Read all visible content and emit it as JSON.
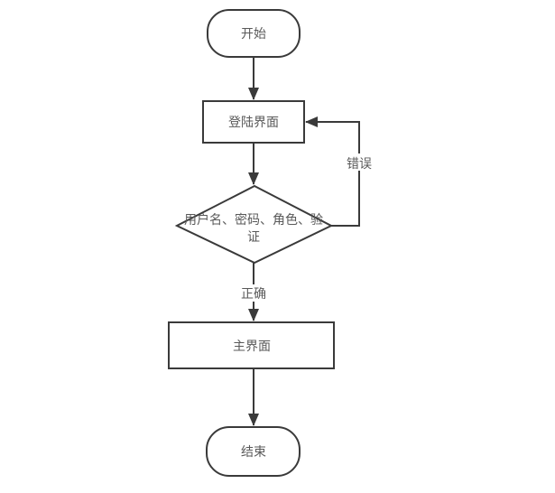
{
  "diagram": {
    "type": "flowchart",
    "nodes": {
      "start": {
        "label": "开始",
        "shape": "terminator"
      },
      "login": {
        "label": "登陆界面",
        "shape": "process"
      },
      "decision": {
        "label": "用户名、密码、角色、验证",
        "label_line1": "用户名、密码、角色、验",
        "label_line2": "证",
        "shape": "decision"
      },
      "main": {
        "label": "主界面",
        "shape": "process"
      },
      "end": {
        "label": "结束",
        "shape": "terminator"
      }
    },
    "edge_labels": {
      "correct": "正确",
      "error": "错误"
    },
    "colors": {
      "line": "#3a3a3a",
      "text": "#595959",
      "background": "#ffffff"
    }
  }
}
